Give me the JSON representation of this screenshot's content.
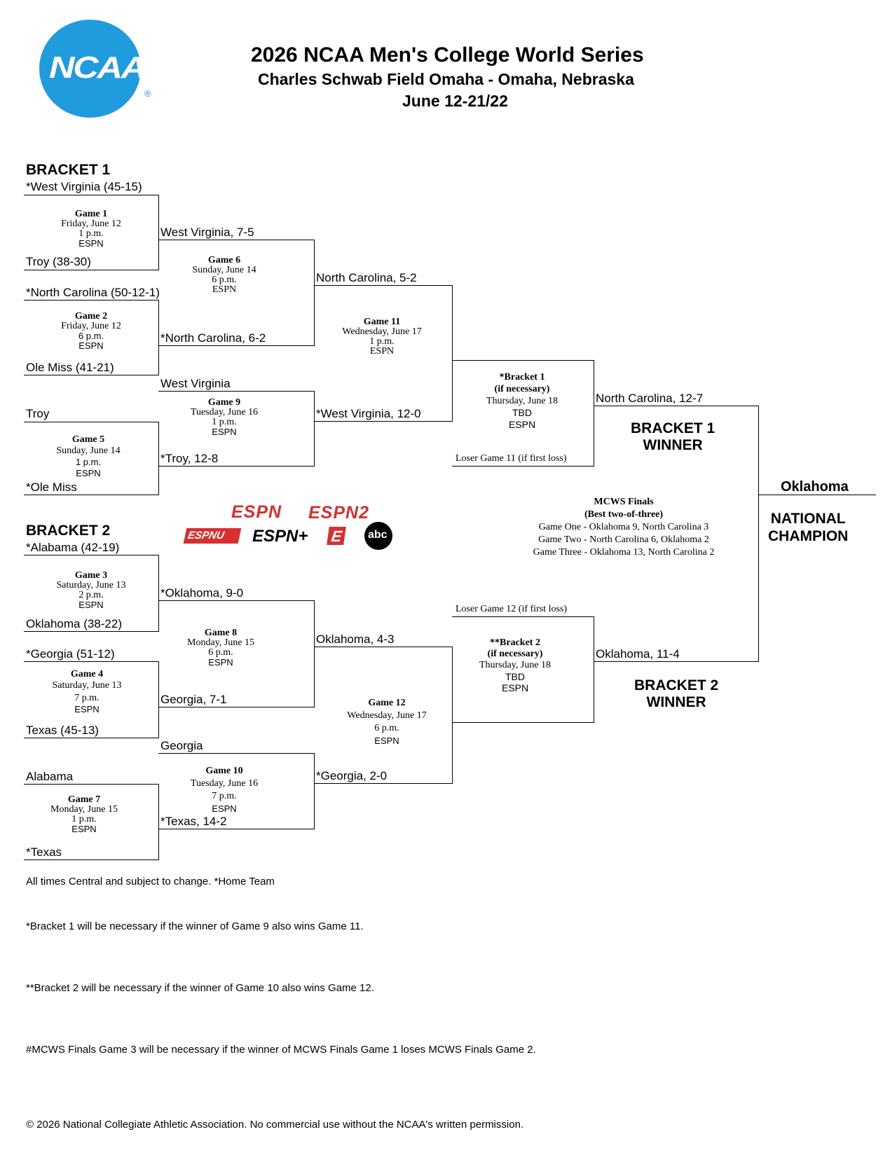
{
  "header": {
    "title": "2026 NCAA Men's College World Series",
    "venue": "Charles Schwab Field Omaha - Omaha, Nebraska",
    "dates": "June 12-21/22",
    "logo_text": "NCAA",
    "logo_mark": "®"
  },
  "colors": {
    "ncaa_blue": "#1f9bde",
    "espn_red": "#d92f2f",
    "black": "#000000"
  },
  "brackets": {
    "b1_heading": "BRACKET 1",
    "b2_heading": "BRACKET 2"
  },
  "teams": {
    "t_wv": "*West Virginia (45-15)",
    "t_troy": "Troy (38-30)",
    "t_nc": "*North Carolina (50-12-1)",
    "t_olemiss": "Ole Miss (41-21)",
    "t_wv75": "West Virginia, 7-5",
    "t_nc62": "*North Carolina, 6-2",
    "t_wv_g9": "West Virginia",
    "t_troy_g5": "Troy",
    "t_troy128": "*Troy, 12-8",
    "t_olemiss_g5": "*Ole Miss",
    "t_nc52": "North Carolina, 5-2",
    "t_wv120": "*West Virginia, 12-0",
    "t_nc127": "North Carolina, 12-7",
    "t_loser11": "Loser Game 11 (if first loss)",
    "t_al": "*Alabama (42-19)",
    "t_ok": "Oklahoma (38-22)",
    "t_ga": "*Georgia (51-12)",
    "t_tx": "Texas (45-13)",
    "t_ok90": "*Oklahoma, 9-0",
    "t_ga71": "Georgia, 7-1",
    "t_ga_g10": "Georgia",
    "t_al_g7": "Alabama",
    "t_tx142": "*Texas, 14-2",
    "t_tx_g7": "*Texas",
    "t_ok43": "Oklahoma, 4-3",
    "t_ga20": "*Georgia, 2-0",
    "t_loser12": "Loser Game 12 (if first loss)",
    "t_ok114": "Oklahoma, 11-4",
    "t_champ": "Oklahoma"
  },
  "games": {
    "g1": [
      "Game 1",
      "Friday, June 12",
      "1 p.m.",
      "ESPN"
    ],
    "g2": [
      "Game 2",
      "Friday, June 12",
      "6 p.m.",
      "ESPN"
    ],
    "g3": [
      "Game 3",
      "Saturday, June 13",
      "2 p.m.",
      "ESPN"
    ],
    "g4": [
      "Game 4",
      "Saturday, June 13",
      "7 p.m.",
      "ESPN"
    ],
    "g5": [
      "Game 5",
      "Sunday, June 14",
      "1 p.m.",
      "ESPN"
    ],
    "g6": [
      "Game 6",
      "Sunday, June 14",
      "6 p.m.",
      "ESPN"
    ],
    "g7": [
      "Game 7",
      "Monday, June 15",
      "1 p.m.",
      "ESPN"
    ],
    "g8": [
      "Game 8",
      "Monday, June 15",
      "6 p.m.",
      "ESPN"
    ],
    "g9": [
      "Game 9",
      "Tuesday, June 16",
      "1 p.m.",
      "ESPN"
    ],
    "g10": [
      "Game 10",
      "Tuesday, June 16",
      "7 p.m.",
      "ESPN"
    ],
    "g11": [
      "Game 11",
      "Wednesday, June 17",
      "1 p.m.",
      "ESPN"
    ],
    "g12": [
      "Game 12",
      "Wednesday, June 17",
      "6 p.m.",
      "ESPN"
    ],
    "b1if": [
      "*Bracket 1",
      "(if necessary)",
      "Thursday, June 18",
      "TBD",
      "ESPN"
    ],
    "b2if": [
      "**Bracket 2",
      "(if necessary)",
      "Thursday, June 18",
      "TBD",
      "ESPN"
    ]
  },
  "winners": {
    "b1_line1": "BRACKET 1",
    "b1_line2": "WINNER",
    "b2_line1": "BRACKET 2",
    "b2_line2": "WINNER",
    "champ_line1": "NATIONAL",
    "champ_line2": "CHAMPION"
  },
  "finals": {
    "title": "MCWS Finals",
    "subtitle": "(Best two-of-three)",
    "game_one": "Game One - Oklahoma 9, North Carolina 3",
    "game_two": "Game Two - North Carolina 6, Oklahoma 2",
    "game_three": "Game Three - Oklahoma 13, North Carolina 2"
  },
  "networks": {
    "espn": "ESPN",
    "espn2": "ESPN2",
    "espnu": "ESPNU",
    "espnplus": "ESPN+",
    "espn_e": "E",
    "abc": "abc"
  },
  "notes": {
    "times": "All times Central and subject to change. *Home Team",
    "b1": "*Bracket 1 will be necessary if the winner of Game 9 also wins Game 11.",
    "b2": "**Bracket 2 will be necessary if the winner of Game 10 also wins Game 12.",
    "finals": "#MCWS Finals Game 3 will be necessary if the winner of MCWS Finals Game 1 loses MCWS Finals Game 2.",
    "copyright": "© 2026 National Collegiate Athletic Association. No commercial use without the NCAA's written permission."
  }
}
